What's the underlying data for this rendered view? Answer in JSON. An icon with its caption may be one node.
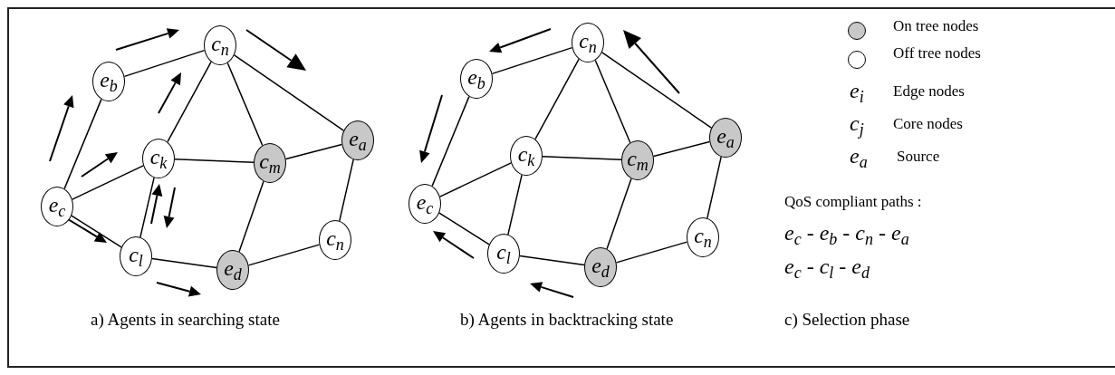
{
  "diagram": {
    "nodes": [
      {
        "text": [
          "c$_{n}$"
        ]
      },
      {
        "text": [
          "e$_{b}$"
        ]
      },
      {
        "text": [
          "e$_{a}$"
        ]
      },
      {
        "text": [
          "c$_{k}$"
        ]
      },
      {
        "text": [
          "c$_{m}$"
        ]
      },
      {
        "text": [
          "e$_{c}$"
        ]
      },
      {
        "text": [
          "c$_{n}$"
        ]
      },
      {
        "text": [
          "c$_{l}$"
        ]
      },
      {
        "text": [
          "e$_{d}$"
        ]
      },
      {
        "text": [
          "c$_{n}$"
        ]
      },
      {
        "text": [
          "e$_{b}$"
        ]
      },
      {
        "text": [
          "e$_{a}$"
        ]
      },
      {
        "text": [
          "c$_{k}$"
        ]
      },
      {
        "text": [
          "c$_{m}$"
        ]
      },
      {
        "text": [
          "e$_{c}$"
        ]
      },
      {
        "text": [
          "c$_{n}$"
        ]
      },
      {
        "text": [
          "c$_{l}$"
        ]
      },
      {
        "text": [
          "e$_{d}$"
        ]
      }
    ],
    "edges": [
      {
        "from": 5,
        "to": 1,
        "arrow": "none"
      },
      {
        "from": 1,
        "to": 0,
        "arrow": "none"
      },
      {
        "from": 0,
        "to": 3,
        "arrow": "none"
      },
      {
        "from": 0,
        "to": 4,
        "arrow": "none"
      },
      {
        "from": 0,
        "to": 2,
        "arrow": "none"
      },
      {
        "from": 5,
        "to": 3,
        "arrow": "none"
      },
      {
        "from": 3,
        "to": 4,
        "arrow": "none"
      },
      {
        "from": 4,
        "to": 2,
        "arrow": "none"
      },
      {
        "from": 5,
        "to": 7,
        "arrow": "none"
      },
      {
        "from": 3,
        "to": 7,
        "arrow": "none"
      },
      {
        "from": 4,
        "to": 8,
        "arrow": "none"
      },
      {
        "from": 7,
        "to": 8,
        "arrow": "none"
      },
      {
        "from": 8,
        "to": 6,
        "arrow": "none"
      },
      {
        "from": 6,
        "to": 2,
        "arrow": "none"
      },
      {
        "from": 14,
        "to": 10,
        "arrow": "none"
      },
      {
        "from": 10,
        "to": 9,
        "arrow": "none"
      },
      {
        "from": 9,
        "to": 12,
        "arrow": "none"
      },
      {
        "from": 9,
        "to": 13,
        "arrow": "none"
      },
      {
        "from": 9,
        "to": 11,
        "arrow": "none"
      },
      {
        "from": 14,
        "to": 12,
        "arrow": "none"
      },
      {
        "from": 12,
        "to": 13,
        "arrow": "none"
      },
      {
        "from": 13,
        "to": 11,
        "arrow": "none"
      },
      {
        "from": 14,
        "to": 16,
        "arrow": "none"
      },
      {
        "from": 12,
        "to": 16,
        "arrow": "none"
      },
      {
        "from": 13,
        "to": 17,
        "arrow": "none"
      },
      {
        "from": 16,
        "to": 17,
        "arrow": "none"
      },
      {
        "from": 17,
        "to": 15,
        "arrow": "none"
      },
      {
        "from": 15,
        "to": 11,
        "arrow": "none"
      }
    ],
    "labels": [
      "a) Agents in searching state",
      "b) Agents in backtracking state",
      "e$_{i}$",
      "Edge nodes",
      "c$_{j}$",
      "Core nodes",
      "e$_{a}$",
      "Source",
      "QoS compliant paths :",
      "e$_{c}$ - e$_{b}$ - c$_{n}$ - e$_{a}$",
      "e$_{c}$ - c$_{l}$ - e$_{d}$",
      "c) Selection phase"
    ],
    "legend": [
      {
        "text": "On tree nodes",
        "color": "#c8c8c8"
      },
      {
        "text": "Off tree nodes",
        "color": "#ffffff"
      }
    ]
  }
}
